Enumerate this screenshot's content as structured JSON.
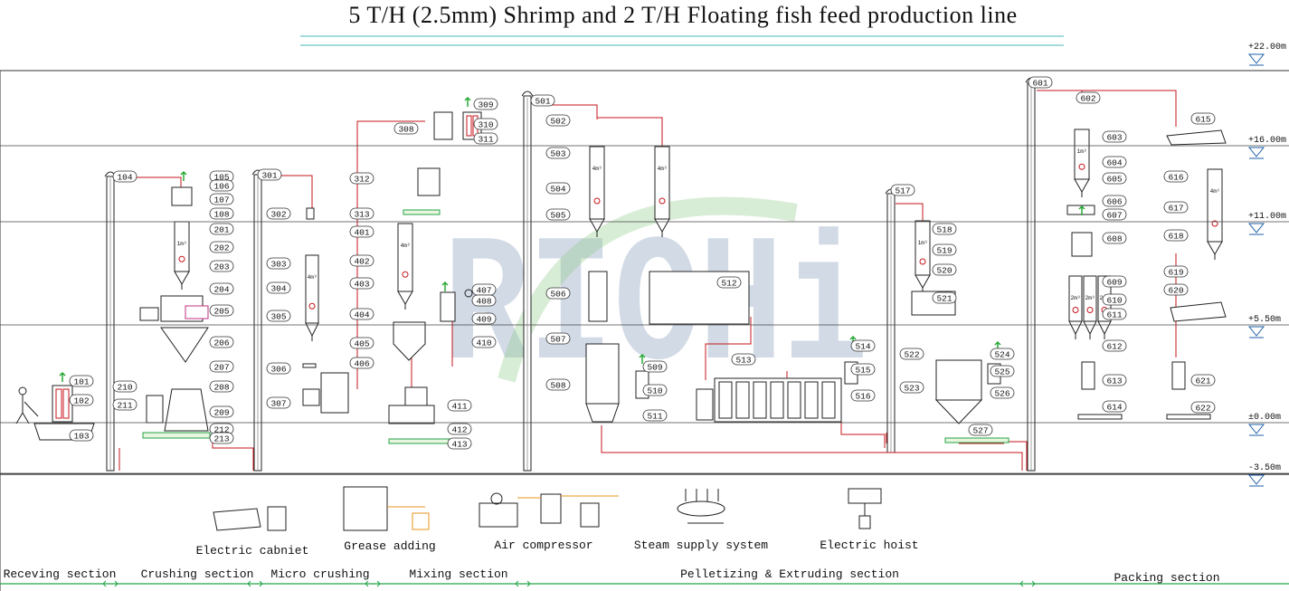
{
  "title": "5 T/H (2.5mm) Shrimp and 2 T/H Floating fish feed production line",
  "watermark": "RICHi",
  "colors": {
    "line": "#222222",
    "pipe": "#c4151b",
    "aux_pipe": "#e8931e",
    "feed_arrow": "#2aa836",
    "title_rule": "#6cc6c8",
    "section_rule": "#23a346",
    "watermark_blue": "#7f98b8",
    "watermark_green": "#8fcb8a"
  },
  "levels": [
    "+22.00m",
    "+16.00m",
    "+11.00m",
    "+5.50m",
    "±0.00m",
    "-3.50m"
  ],
  "labels": [
    "101",
    "102",
    "103",
    "104",
    "105",
    "106",
    "107",
    "108",
    "201",
    "202",
    "203",
    "204",
    "205",
    "206",
    "207",
    "208",
    "209",
    "210",
    "211",
    "212",
    "213",
    "301",
    "302",
    "303",
    "304",
    "305",
    "306",
    "307",
    "308",
    "309",
    "310",
    "311",
    "312",
    "313",
    "401",
    "402",
    "403",
    "404",
    "405",
    "406",
    "407",
    "408",
    "409",
    "410",
    "411",
    "412",
    "413",
    "501",
    "502",
    "503",
    "504",
    "505",
    "506",
    "507",
    "508",
    "509",
    "510",
    "511",
    "512",
    "513",
    "514",
    "515",
    "516",
    "517",
    "518",
    "519",
    "520",
    "521",
    "522",
    "523",
    "524",
    "525",
    "526",
    "527",
    "601",
    "602",
    "603",
    "604",
    "605",
    "606",
    "607",
    "608",
    "609",
    "610",
    "611",
    "612",
    "613",
    "614",
    "615",
    "616",
    "617",
    "618",
    "619",
    "620",
    "621",
    "622"
  ],
  "bin_capacities": [
    "1m³",
    "4m³",
    "4m³",
    "4m³",
    "4m³",
    "1m³",
    "1m³",
    "2m³",
    "2m³",
    "2m³",
    "4m³"
  ],
  "auxiliary": [
    "Electric cabniet",
    "Grease adding",
    "Air compressor",
    "Steam supply system",
    "Electric hoist"
  ],
  "sections": [
    "Receving section",
    "Crushing section",
    "Micro crushing",
    "Mixing section",
    "Pelletizing & Extruding section",
    "Packing section"
  ]
}
